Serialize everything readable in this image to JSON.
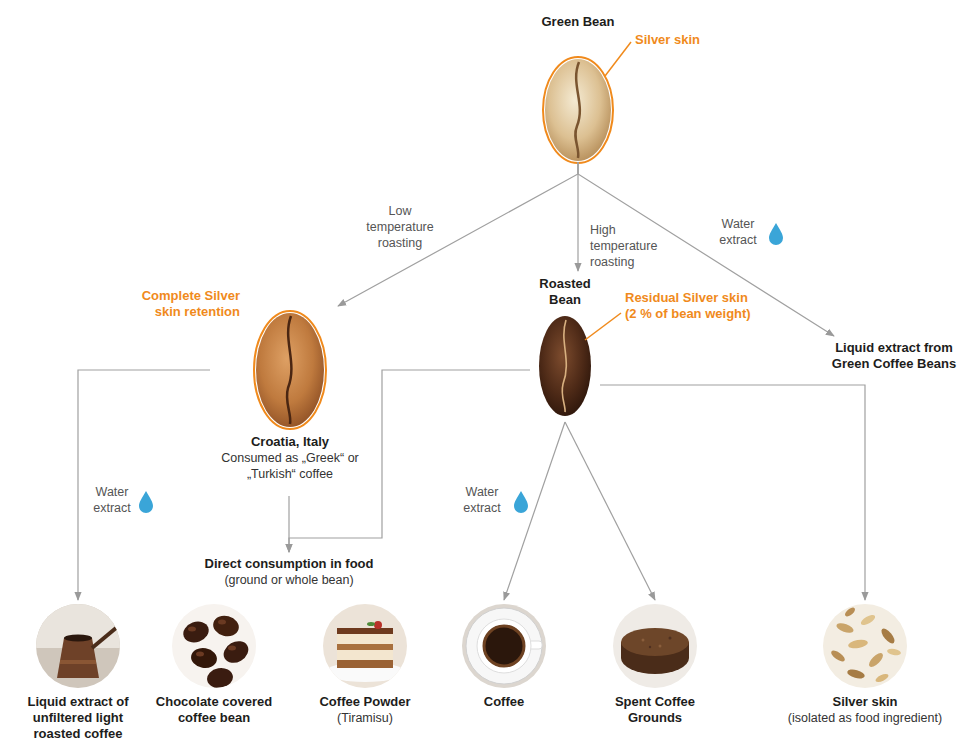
{
  "diagram": {
    "nodes": [
      {
        "text": [
          "Green Bean",
          "Silver skin"
        ]
      },
      {
        "text": [
          "Complete Silver skin retention",
          "Croatia, Italy",
          "Consumed as „Greek“ or „Turkish“ coffee"
        ]
      },
      {
        "text": [
          "Roasted Bean",
          "Residual Silver skin (2 % of bean weight)"
        ]
      },
      {
        "text": [
          "Liquid extract from Green Coffee Beans"
        ]
      },
      {
        "text": [
          "Direct consumption in food",
          "(ground or whole bean)"
        ]
      },
      {
        "text": [
          "Liquid extract of unfiltered light roasted coffee"
        ]
      },
      {
        "text": [
          "Chocolate covered coffee bean"
        ]
      },
      {
        "text": [
          "Coffee Powder",
          "(Tiramisu)"
        ]
      },
      {
        "text": [
          "Coffee"
        ]
      },
      {
        "text": [
          "Spent Coffee Grounds"
        ]
      },
      {
        "text": [
          "Silver skin",
          "(isolated as food ingredient)"
        ]
      }
    ],
    "edges": [
      {
        "from": 0,
        "to": 1,
        "label": "Low temperature roasting",
        "arrow": "to"
      },
      {
        "from": 0,
        "to": 2,
        "label": "High temperature roasting",
        "arrow": "to"
      },
      {
        "from": 0,
        "to": 3,
        "label": "Water extract",
        "arrow": "to"
      },
      {
        "from": 1,
        "to": 5,
        "label": "Water extract",
        "arrow": "to"
      },
      {
        "from": 1,
        "to": 4,
        "arrow": "to"
      },
      {
        "from": 2,
        "to": 4,
        "arrow": "to"
      },
      {
        "from": 2,
        "to": 8,
        "label": "Water extract",
        "arrow": "to"
      },
      {
        "from": 2,
        "to": 9,
        "arrow": "to"
      },
      {
        "from": 2,
        "to": 10,
        "arrow": "to"
      }
    ]
  }
}
